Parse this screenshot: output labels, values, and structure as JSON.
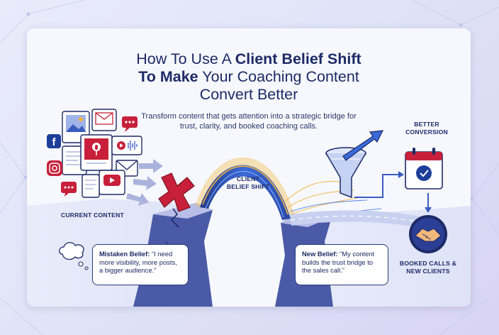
{
  "title": {
    "line1_pre": "How To Use A ",
    "line1_bold": "Client Belief Shift",
    "line2_bold": "To Make",
    "line2_post": " Your Coaching Content",
    "line3": "Convert Better"
  },
  "subtitle": "Transform content that gets attention into a strategic bridge for trust, clarity, and booked coaching calls.",
  "labels": {
    "current_content": "CURRENT CONTENT",
    "bridge": "CLIENT BELIEF SHIFT",
    "better_conversion": "BETTER CONVERSION",
    "booked_calls": "BOOKED CALLS & NEW CLIENTS"
  },
  "mistaken_belief": {
    "heading": "Mistaken Belief:",
    "quote": " “I need more visibility, more posts, a bigger audience.”"
  },
  "new_belief": {
    "heading": "New Belief:",
    "quote": " “My content builds the trust bridge to the sales call.”"
  },
  "icons": [
    "facebook-icon",
    "instagram-icon",
    "youtube-icon",
    "podcast-icon",
    "email-icon",
    "chat-icon",
    "image-icon",
    "audio-wave-icon",
    "x-mark-icon",
    "funnel-icon",
    "arrow-up-icon",
    "calendar-check-icon",
    "handshake-icon",
    "thought-cloud-icon"
  ],
  "colors": {
    "navy": "#1d2a66",
    "red": "#c8203a",
    "blue": "#3a5bbf",
    "gold": "#f2b23a",
    "background": "#f6f8fe"
  }
}
